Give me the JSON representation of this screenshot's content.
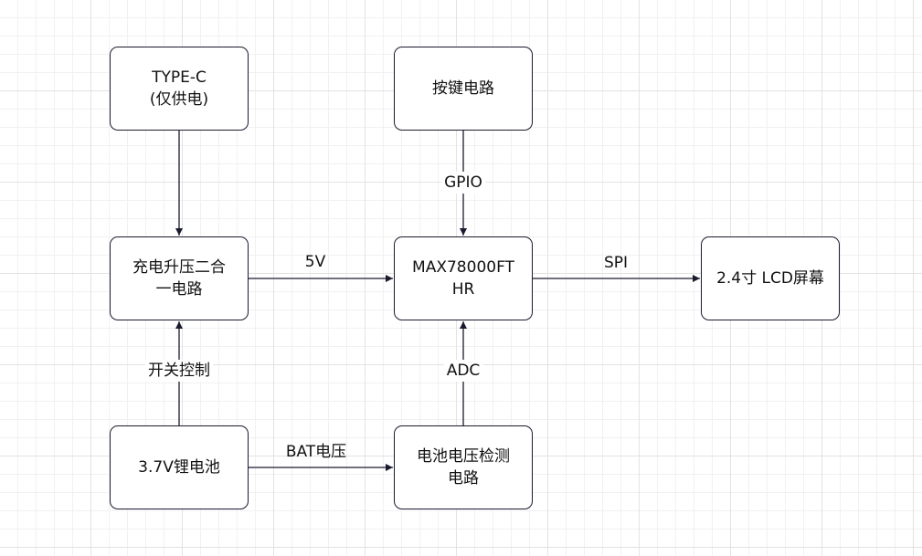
{
  "nodes": {
    "typec": {
      "line1": "TYPE-C",
      "line2": "(仅供电)"
    },
    "button": {
      "line1": "按键电路"
    },
    "charger": {
      "line1": "充电升压二合",
      "line2": "一电路"
    },
    "mcu": {
      "line1": "MAX78000FT",
      "line2": "HR"
    },
    "lcd": {
      "line1": "2.4寸 LCD屏幕"
    },
    "battery": {
      "line1": "3.7V锂电池"
    },
    "detect": {
      "line1": "电池电压检测",
      "line2": "电路"
    }
  },
  "edges": [
    {
      "from": "typec",
      "to": "charger",
      "label": ""
    },
    {
      "from": "button",
      "to": "mcu",
      "label": "GPIO"
    },
    {
      "from": "charger",
      "to": "mcu",
      "label": "5V"
    },
    {
      "from": "mcu",
      "to": "lcd",
      "label": "SPI"
    },
    {
      "from": "battery",
      "to": "charger",
      "label": "开关控制"
    },
    {
      "from": "battery",
      "to": "detect",
      "label": "BAT电压"
    },
    {
      "from": "detect",
      "to": "mcu",
      "label": "ADC"
    }
  ],
  "colors": {
    "stroke": "#1b1b2f",
    "text": "#111111",
    "grid": "#e3e3e3"
  }
}
